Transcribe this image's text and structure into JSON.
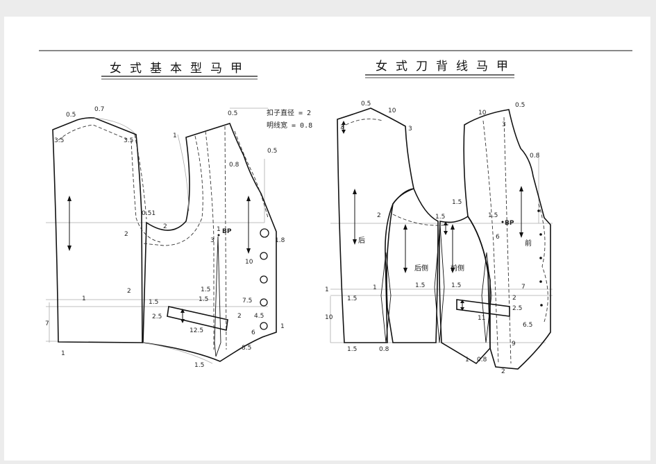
{
  "left_pattern": {
    "title": "女式基本型马甲",
    "notes": {
      "button_diameter": "扣子直径 = 2",
      "stitch_width": "明线宽 = 0.8"
    },
    "labels": [
      "0.5",
      "0.7",
      "3.5",
      "3.5",
      "1",
      "0.5",
      "0.5",
      "0.8",
      "0.51",
      "2",
      "2",
      "1",
      "1.8",
      "10",
      "3",
      "BP",
      "2",
      "1.5",
      "1.5",
      "1.5",
      "7.5",
      "2.5",
      "2",
      "4.5",
      "12.5",
      "1",
      "1",
      "7",
      "1",
      "6",
      "8.5",
      "1.5"
    ]
  },
  "right_pattern": {
    "title": "女式刀背线马甲",
    "labels": [
      "0.5",
      "10",
      "3",
      "3",
      "10",
      "0.5",
      "3",
      "0.8",
      "1.5",
      "2",
      "1.5",
      "1.5",
      "BP",
      "6",
      "1",
      "1",
      "1.5",
      "1.5",
      "1.5",
      "7",
      "2",
      "2.5",
      "10",
      "11",
      "6.5",
      "1.5",
      "0.8",
      "9",
      "1",
      "0.8",
      "2"
    ],
    "pieces": {
      "back": "后",
      "side_back": "后侧",
      "side_front": "前侧",
      "front": "前"
    }
  }
}
